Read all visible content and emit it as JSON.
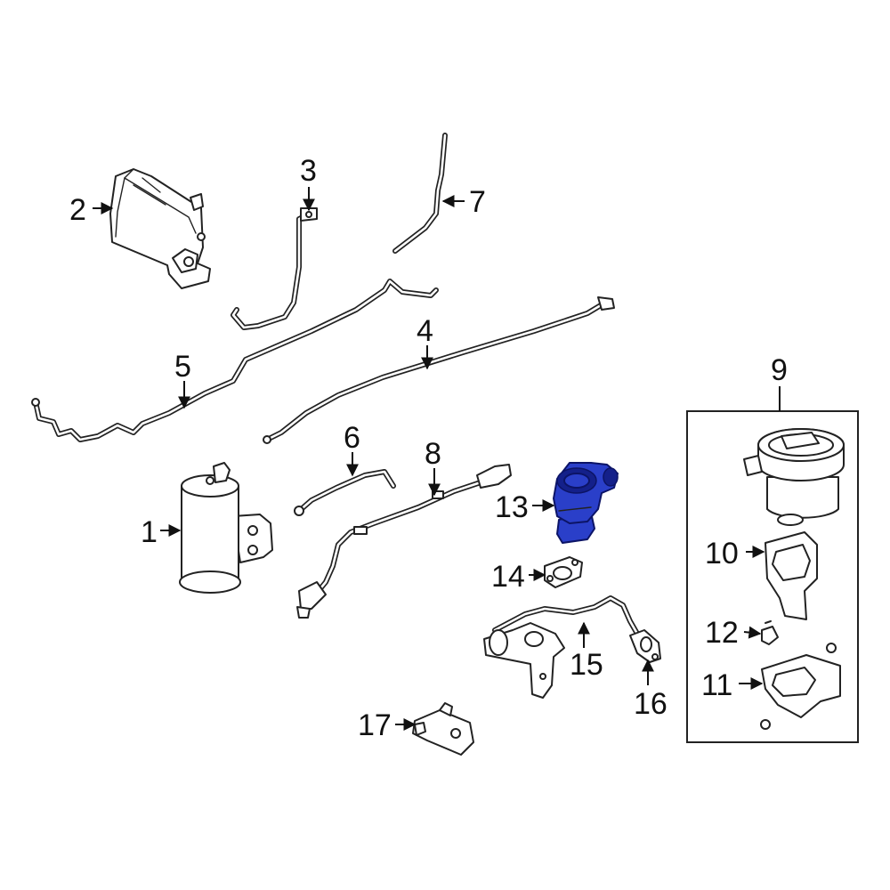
{
  "callouts": [
    {
      "id": "1",
      "text": "1"
    },
    {
      "id": "2",
      "text": "2"
    },
    {
      "id": "3",
      "text": "3"
    },
    {
      "id": "4",
      "text": "4"
    },
    {
      "id": "5",
      "text": "5"
    },
    {
      "id": "6",
      "text": "6"
    },
    {
      "id": "7",
      "text": "7"
    },
    {
      "id": "8",
      "text": "8"
    },
    {
      "id": "9",
      "text": "9"
    },
    {
      "id": "10",
      "text": "10"
    },
    {
      "id": "11",
      "text": "11"
    },
    {
      "id": "12",
      "text": "12"
    },
    {
      "id": "13",
      "text": "13"
    },
    {
      "id": "14",
      "text": "14"
    },
    {
      "id": "15",
      "text": "15"
    },
    {
      "id": "16",
      "text": "16"
    },
    {
      "id": "17",
      "text": "17"
    }
  ],
  "highlighted_part": "13",
  "colors": {
    "highlight": "#2a3fc9",
    "line": "#222222",
    "background": "#ffffff"
  }
}
